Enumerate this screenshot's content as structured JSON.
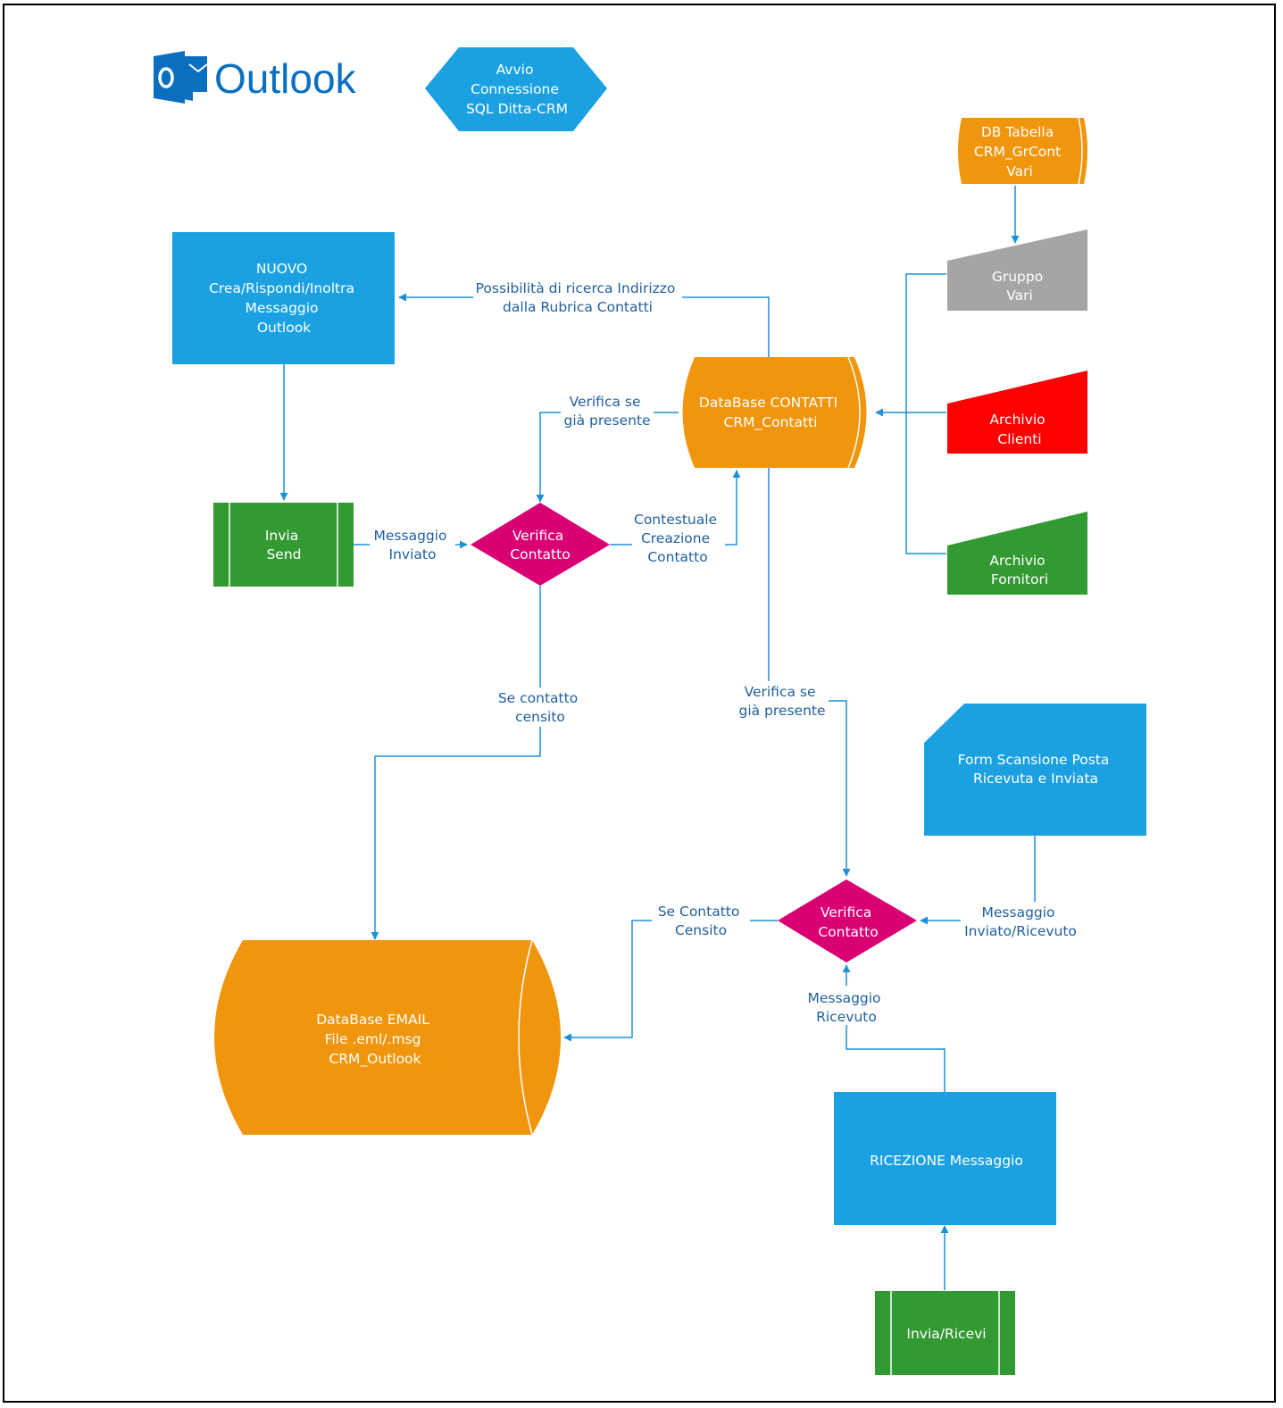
{
  "logo": {
    "text": "Outlook",
    "icon_letter": "o"
  },
  "colors": {
    "blue": "#1BA1E2",
    "orange": "#F0960E",
    "green": "#339933",
    "magenta": "#D80073",
    "red": "#FF0000",
    "gray": "#A5A5A5",
    "connector": "#1E90D6",
    "outlook_logo": "#0B6FC0"
  },
  "nodes": {
    "avvio": {
      "lines": [
        "Avvio",
        "Connessione",
        "SQL Ditta-CRM"
      ]
    },
    "db_grcont": {
      "lines": [
        "DB Tabella",
        "CRM_GrCont",
        "Vari"
      ]
    },
    "nuovo": {
      "lines": [
        "NUOVO",
        "Crea/Rispondi/Inoltra",
        "Messaggio",
        "Outlook"
      ]
    },
    "gruppo": {
      "lines": [
        "Gruppo",
        "Vari"
      ]
    },
    "db_contatti": {
      "lines": [
        "DataBase CONTATTI",
        "CRM_Contatti"
      ]
    },
    "archivio_clienti": {
      "lines": [
        "Archivio",
        "Clienti"
      ]
    },
    "invia_send": {
      "lines": [
        "Invia",
        "Send"
      ]
    },
    "verifica1": {
      "lines": [
        "Verifica",
        "Contatto"
      ]
    },
    "archivio_fornitori": {
      "lines": [
        "Archivio",
        "Fornitori"
      ]
    },
    "form_scansione": {
      "lines": [
        "Form Scansione Posta",
        "Ricevuta e Inviata"
      ]
    },
    "verifica2": {
      "lines": [
        "Verifica",
        "Contatto"
      ]
    },
    "db_email": {
      "lines": [
        "DataBase EMAIL",
        "File .eml/.msg",
        "CRM_Outlook"
      ]
    },
    "ricezione": {
      "lines": [
        "RICEZIONE Messaggio"
      ]
    },
    "invia_ricevi": {
      "lines": [
        "Invia/Ricevi"
      ]
    }
  },
  "edge_labels": {
    "possibilita": [
      "Possibilità di ricerca Indirizzo",
      "dalla Rubrica Contatti"
    ],
    "verifica_se_1": [
      "Verifica se",
      "già presente"
    ],
    "messaggio_inviato": [
      "Messaggio",
      "Inviato"
    ],
    "contestuale": [
      "Contestuale",
      "Creazione",
      "Contatto"
    ],
    "se_contatto_censito_1": [
      "Se contatto",
      "censito"
    ],
    "verifica_se_2": [
      "Verifica se",
      "già presente"
    ],
    "se_contatto_censito_2": [
      "Se Contatto",
      "Censito"
    ],
    "messaggio_inviato_ricevuto": [
      "Messaggio",
      "Inviato/Ricevuto"
    ],
    "messaggio_ricevuto": [
      "Messaggio",
      "Ricevuto"
    ]
  }
}
